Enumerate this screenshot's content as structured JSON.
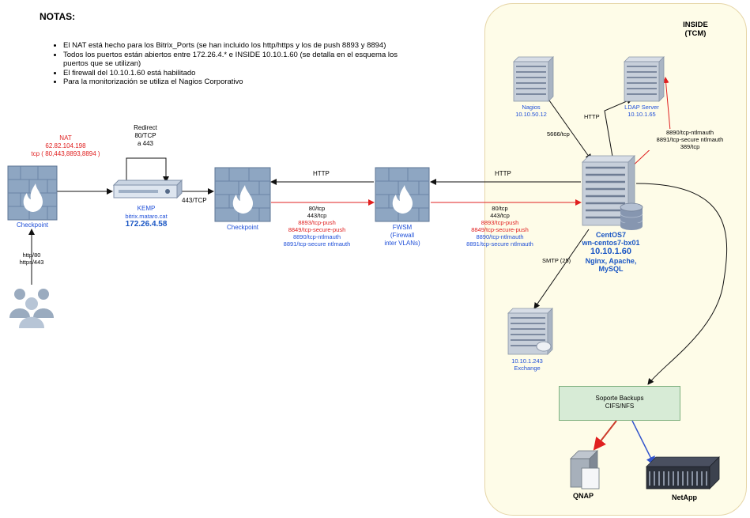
{
  "notes": {
    "title": "NOTAS:",
    "items": [
      "El NAT está hecho para los Bitrix_Ports (se han incluido los http/https y los de push 8893 y 8894)",
      "Todos los puertos están abiertos entre 172.26.4.* e INSIDE 10.10.1.60 (se detalla en el esquema los puertos que se utilizan)",
      "El firewall del 10.10.1.60 está habilitado",
      "Para la monitorización se utiliza el Nagios Corporativo"
    ]
  },
  "inside_zone": {
    "title_line1": "INSIDE",
    "title_line2": "(TCM)"
  },
  "nat": {
    "label": "NAT",
    "ip": "62.82.104.198",
    "ports": "tcp ( 80,443,8893,8894 )"
  },
  "checkpoint_left": {
    "label": "Checkpoint"
  },
  "users": {
    "ports_line1": "http/80",
    "ports_line2": "https/443"
  },
  "redirect": {
    "line1": "Redirect",
    "line2": "80/TCP",
    "line3": "a 443"
  },
  "kemp": {
    "label": "KEMP",
    "host": "bitrix.mataro.cat",
    "ip": "172.26.4.58"
  },
  "link_kemp_checkpoint": "443/TCP",
  "checkpoint_mid": {
    "label": "Checkpoint"
  },
  "fwsm": {
    "line1": "FWSM",
    "line2": "(Firewall",
    "line3": "inter VLANs)"
  },
  "http_mid": "HTTP",
  "http_right": "HTTP",
  "ports_mid": {
    "p1": "80/tcp",
    "p2": "443/tcp",
    "p3": "8893/tcp-push",
    "p4": "8849/tcp-secure-push",
    "p5": "8890/tcp-ntlmauth",
    "p6": "8891/tcp-secure ntlmauth"
  },
  "ports_right": {
    "p1": "80/tcp",
    "p2": "443/tcp",
    "p3": "8893/tcp-push",
    "p4": "8849/tcp-secure-push",
    "p5": "8890/tcp-ntlmauth",
    "p6": "8891/tcp-secure ntlmauth"
  },
  "nagios": {
    "label": "Nagios",
    "ip": "10.10.50.12"
  },
  "ldap": {
    "label": "LDAP Server",
    "ip": "10.10.1.65"
  },
  "http_top": "HTTP",
  "nagios_port": "5666/tcp",
  "ldap_ports": {
    "p1": "8890/tcp-ntlmauth",
    "p2": "8891/tcp-secure ntlmauth",
    "p3": "389/tcp"
  },
  "centos": {
    "line1": "CentOS7",
    "line2": "wn-centos7-bx01",
    "ip": "10.10.1.60",
    "line4": "Nginx, Apache,",
    "line5": "MySQL"
  },
  "smtp": "SMTP (25)",
  "exchange": {
    "ip": "10.10.1.243",
    "label": "Exchange"
  },
  "backup": {
    "line1": "Soporte Backups",
    "line2": "CIFS/NFS"
  },
  "qnap": {
    "label": "QNAP"
  },
  "netapp": {
    "label": "NetApp"
  }
}
